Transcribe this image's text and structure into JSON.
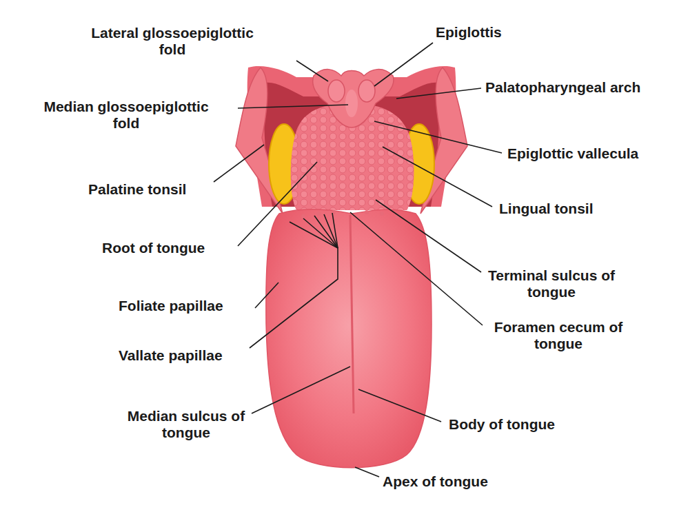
{
  "diagram": {
    "labels": [
      "Lateral glossoepiglottic fold",
      "Epiglottis",
      "Median glossoepiglottic fold",
      "Palatopharyngeal arch",
      "Palatine tonsil",
      "Epiglottic vallecula",
      "Lingual tonsil",
      "Root of tongue",
      "Terminal sulcus of tongue",
      "Foliate papillae",
      "Foramen cecum of tongue",
      "Vallate papillae",
      "Median sulcus of tongue",
      "Body of tongue",
      "Apex of tongue"
    ]
  }
}
